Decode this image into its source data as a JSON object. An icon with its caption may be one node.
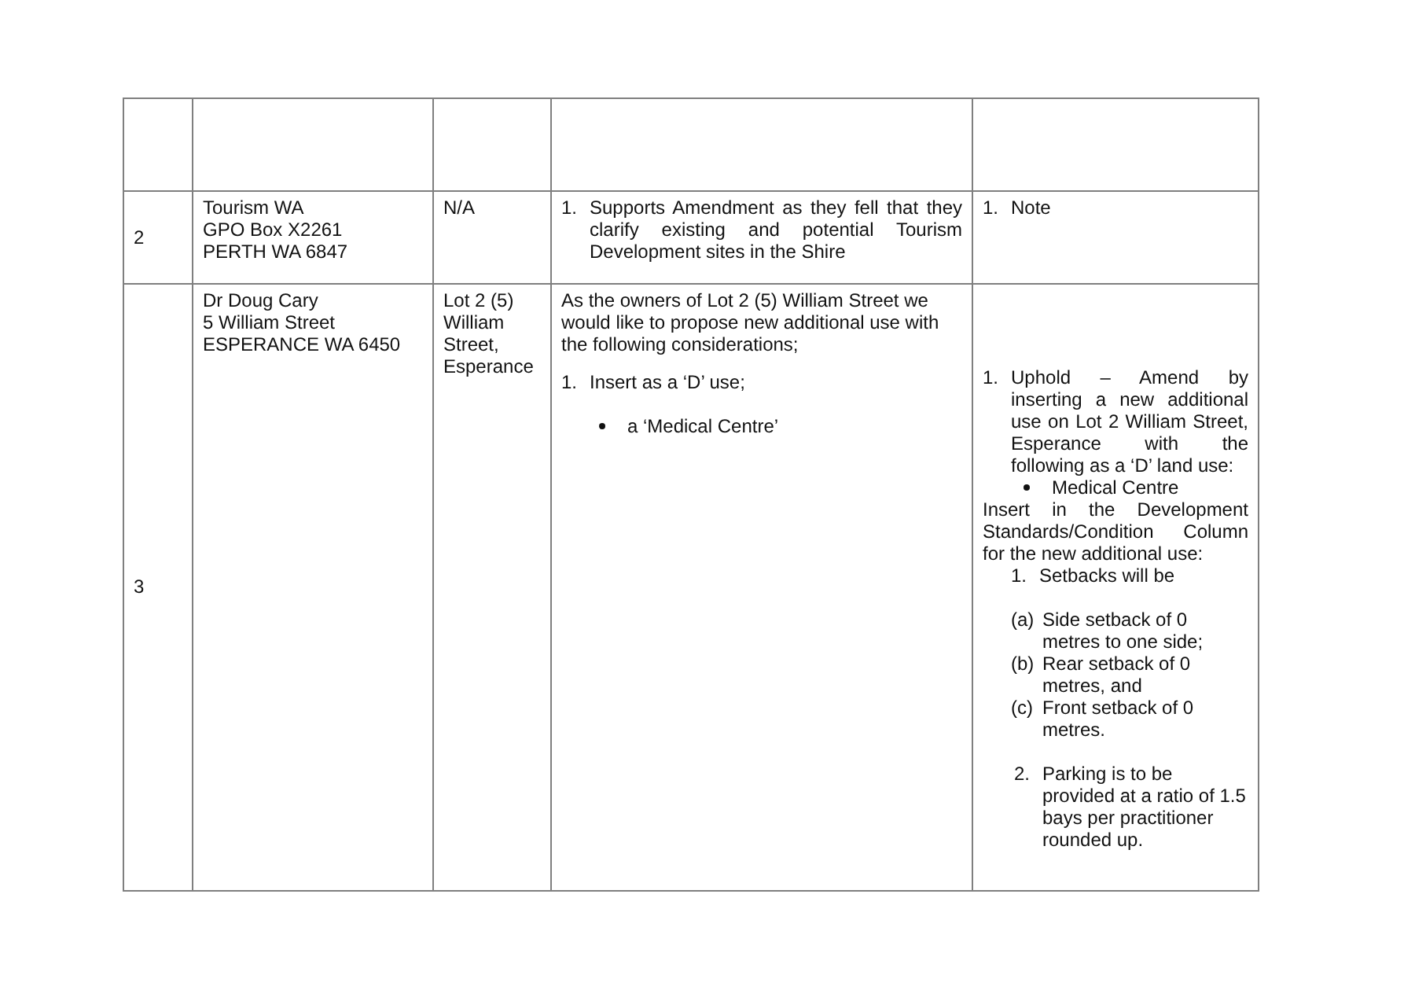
{
  "diagram": {
    "labels": [
      "2",
      "Tourism WA",
      "GPO Box X2261",
      "PERTH WA 6847",
      "N/A",
      "1.",
      "Supports Amendment as they fell that they clarify existing and potential Tourism Development sites in the Shire",
      "1.",
      "Note",
      "3",
      "Dr Doug Cary",
      "5 William Street",
      "ESPERANCE WA 6450",
      "Lot 2 (5) William Street, Esperance",
      "As the owners of Lot 2 (5) William Street we would like to propose new additional use with the following considerations;",
      "1.",
      "Insert as a ‘D’ use;",
      "a ‘Medical Centre’",
      "1.",
      "Uphold – Amend by inserting a new additional use on Lot 2 William Street, Esperance with the following as a ‘D’ land use:",
      "Medical Centre",
      "Insert in the Development Standards/Condition Column for the new additional use:",
      "1.",
      "Setbacks will be",
      "(a)",
      "Side setback of 0 metres to one side;",
      "(b)",
      "Rear setback of 0 metres, and",
      "(c)",
      "Front setback of 0 metres.",
      "2.",
      "Parking is to be provided at a ratio of 1.5 bays per practitioner rounded up."
    ]
  }
}
